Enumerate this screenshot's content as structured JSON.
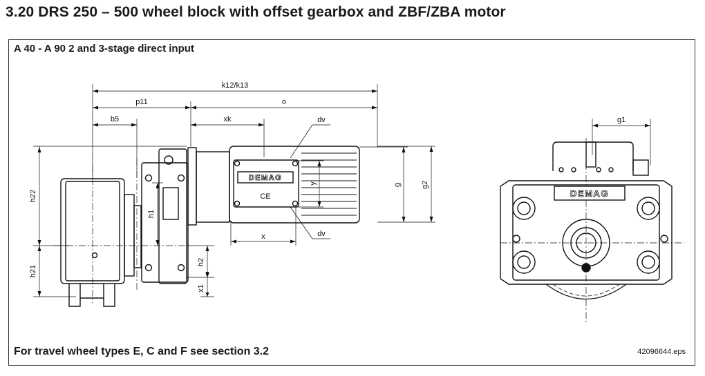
{
  "heading": "3.20 DRS 250 – 500 wheel block with offset gearbox and ZBF/ZBA motor",
  "panel": {
    "title": "A 40 - A 90 2 and 3-stage direct input",
    "footnote": "For travel wheel types E, C and F see section 3.2",
    "file_ref": "42096644.eps"
  },
  "dimensions": {
    "k12_k13": "k12/k13",
    "p11": "p11",
    "o": "o",
    "b5": "b5",
    "xk": "xk",
    "dv_top": "dv",
    "dv_bottom": "dv",
    "x": "x",
    "y": "y",
    "g": "g",
    "g2": "g2",
    "h22": "h22",
    "h21": "h21",
    "h1": "h1",
    "h2": "h2",
    "x1": "x1",
    "g1": "g1"
  },
  "labels": {
    "brand_side": "DEMAG",
    "brand_end": "DEMAG",
    "ce_mark": "CE"
  }
}
